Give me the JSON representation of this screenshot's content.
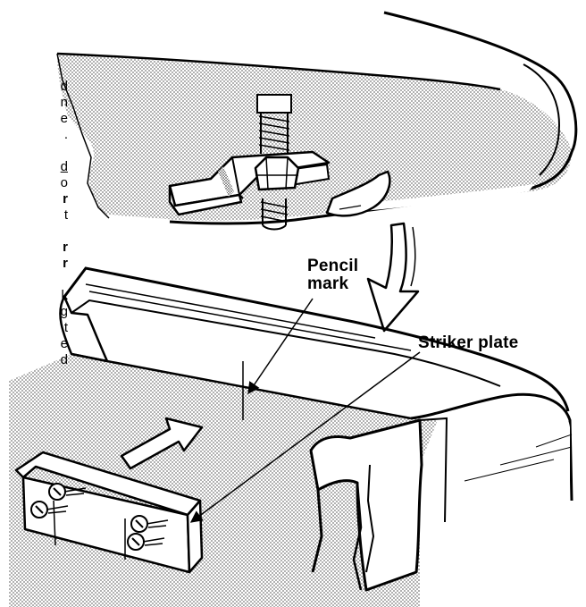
{
  "labels": {
    "pencil_line1": "Pencil",
    "pencil_line2": "mark",
    "striker": "Striker plate"
  },
  "cropped_text": [
    {
      "text": "d",
      "bold": false,
      "underline": false
    },
    {
      "text": "n",
      "bold": false,
      "underline": false
    },
    {
      "text": "e",
      "bold": false,
      "underline": false
    },
    {
      "text": ".",
      "bold": false,
      "underline": false
    },
    {
      "text": "d",
      "bold": false,
      "underline": true
    },
    {
      "text": "o",
      "bold": false,
      "underline": false
    },
    {
      "text": "r",
      "bold": true,
      "underline": false
    },
    {
      "text": "t",
      "bold": false,
      "underline": false
    },
    {
      "text": "r",
      "bold": true,
      "underline": false
    },
    {
      "text": "r",
      "bold": true,
      "underline": false
    },
    {
      "text": "k",
      "bold": false,
      "underline": false
    },
    {
      "text": "g",
      "bold": false,
      "underline": false
    },
    {
      "text": "t",
      "bold": false,
      "underline": false
    },
    {
      "text": "e",
      "bold": false,
      "underline": false
    },
    {
      "text": "d",
      "bold": false,
      "underline": false
    }
  ],
  "colors": {
    "ink": "#000000",
    "paper": "#ffffff",
    "shade": "#b8b8b8"
  }
}
